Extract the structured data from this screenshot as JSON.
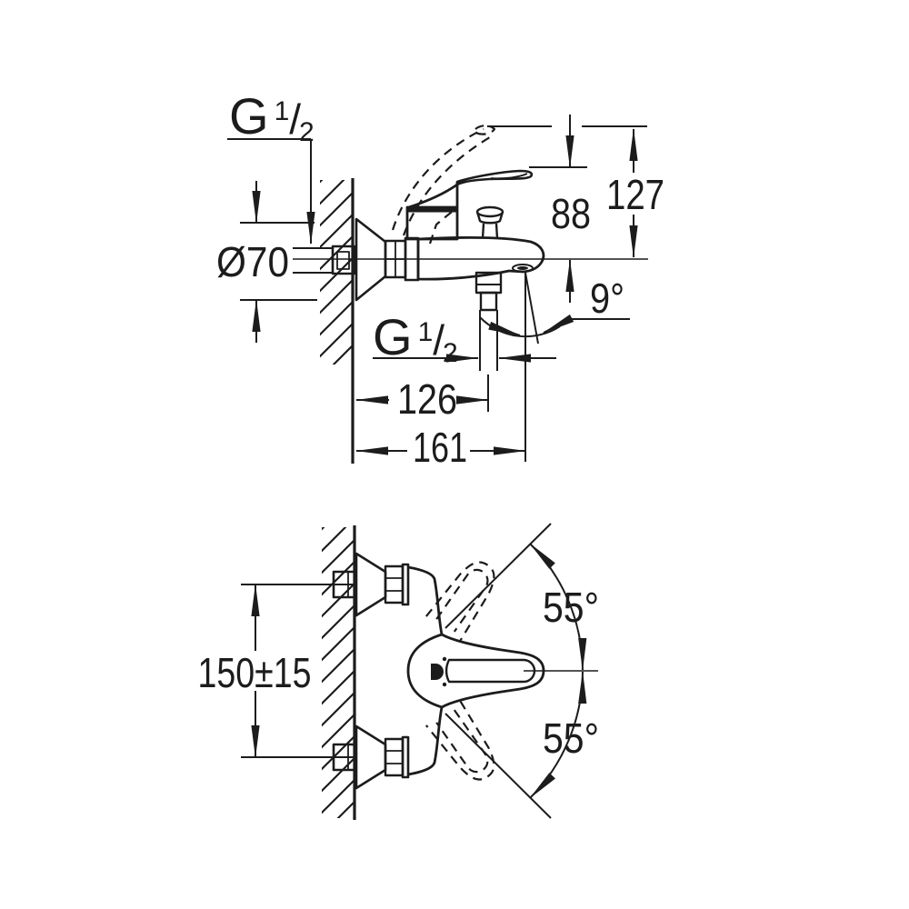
{
  "colors": {
    "line": "#1c1c1c",
    "background": "#ffffff"
  },
  "side_view": {
    "wall_thread": {
      "prefix": "G",
      "numerator": "1",
      "slash": "/",
      "denominator": "2"
    },
    "shower_thread": {
      "prefix": "G",
      "numerator": "1",
      "slash": "/",
      "denominator": "2"
    },
    "escutcheon_diameter": "Ø70",
    "height_outlet_to_lever": "88",
    "height_outlet_to_lever_raised": "127",
    "spout_angle": "9°",
    "depth_to_shower_outlet": "126",
    "depth_to_spout_tip": "161"
  },
  "front_view": {
    "connection_centers": "150±15",
    "lever_swing_up": "55°",
    "lever_swing_down": "55°"
  }
}
